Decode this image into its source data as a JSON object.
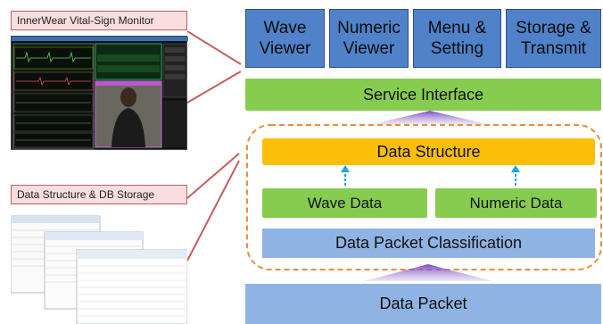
{
  "left_panels": {
    "monitor_label": "InnerWear Vital-Sign Monitor",
    "storage_label": "Data Structure & DB Storage"
  },
  "top_modules": [
    {
      "label": "Wave\nViewer"
    },
    {
      "label": "Numeric\nViewer"
    },
    {
      "label": "Menu &\nSetting"
    },
    {
      "label": "Storage &\nTransmit"
    }
  ],
  "service_interface": "Service Interface",
  "data_structure": "Data Structure",
  "wave_data": "Wave Data",
  "numeric_data": "Numeric Data",
  "classification": "Data Packet Classification",
  "data_packet": "Data Packet",
  "colors": {
    "module_blue": "#4f82c9",
    "green": "#86cc4f",
    "yellow": "#fbbf08",
    "light_blue": "#8fb3e3",
    "arrow_purple": "#8e63c9",
    "dashed_orange": "#f08a3a",
    "connector_red": "#c45d5d"
  }
}
